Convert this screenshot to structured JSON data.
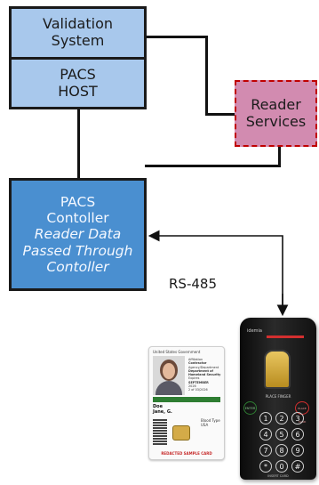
{
  "diagram": {
    "nodes": {
      "validation_system": {
        "lines": [
          "Validation",
          "System"
        ],
        "fill": "#a8c8ec"
      },
      "pacs_host": {
        "lines": [
          "PACS",
          "HOST"
        ],
        "fill": "#a8c8ec"
      },
      "reader_services": {
        "lines": [
          "Reader",
          "Services"
        ],
        "fill": "#d28bb0",
        "border": "#c00000"
      },
      "pacs_controller": {
        "title_lines": [
          "PACS",
          "Contoller"
        ],
        "detail_lines": [
          "Reader Data",
          "Passed Through",
          "Contoller"
        ],
        "fill": "#4a8fd0"
      }
    },
    "link_label": "RS-485",
    "card": {
      "header": "United States Government",
      "name_line1": "Doe",
      "name_line2": "Jane, G.",
      "role_lines": [
        "Affiliation",
        "Contractor",
        "Agency/Department",
        "Department of",
        "Homeland Security",
        "Expires",
        "SEPTEMBER",
        "2026",
        "2 of 03/2026"
      ],
      "side_text": "Blood Type\nUSA",
      "footer": "REDACTED SAMPLE CARD",
      "accent": "#2e7d32",
      "footer_color": "#c62828"
    },
    "reader": {
      "brand": "idemia",
      "finger_label": "PLACE FINGER",
      "left_button": "ENTER",
      "right_button": "PLACE CARD",
      "bottom_label": "INSERT CARD",
      "keys": [
        "1",
        "2",
        "3",
        "4",
        "5",
        "6",
        "7",
        "8",
        "9",
        "*",
        "0",
        "#"
      ],
      "led": "#d32f2f",
      "green": "#2e7d32"
    },
    "colors": {
      "line": "#111111",
      "node_border": "#1a1a1a"
    }
  }
}
